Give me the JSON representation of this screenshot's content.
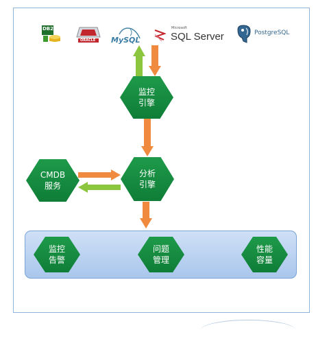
{
  "db_logos": {
    "db2": "DB2",
    "oracle": "ORACLE",
    "mysql": "MySQL",
    "sqlserver_small": "Microsoft",
    "sqlserver": "SQL Server",
    "postgres": "PostgreSQL"
  },
  "nodes": {
    "monitor_engine": [
      "监控",
      "引擎"
    ],
    "analysis_engine": [
      "分析",
      "引擎"
    ],
    "cmdb": [
      "CMDB",
      "服务"
    ],
    "alert": [
      "监控",
      "告警"
    ],
    "issue": [
      "问题",
      "管理"
    ],
    "performance": [
      "性能",
      "容量"
    ]
  },
  "colors": {
    "hex_green": "#12883f",
    "arrow_orange": "#ef8a3e",
    "arrow_green": "#8cc63f",
    "panel_blue": "#bcd3f0",
    "frame_blue": "#8fb4dc"
  }
}
